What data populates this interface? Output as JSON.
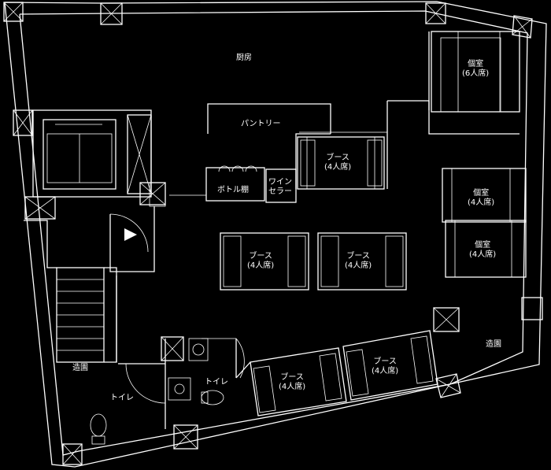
{
  "rooms": {
    "kitchen": "厨房",
    "pantry": "パントリー",
    "bottle_shelf": "ボトル棚",
    "wine_cellar_line1": "ワイン",
    "wine_cellar_line2": "セラー",
    "private_room_6": {
      "line1": "個室",
      "line2": "(6人席)"
    },
    "private_room_4a": {
      "line1": "個室",
      "line2": "(4人席)"
    },
    "private_room_4b": {
      "line1": "個室",
      "line2": "(4人席)"
    },
    "booth_1": {
      "line1": "ブース",
      "line2": "(4人席)"
    },
    "booth_2": {
      "line1": "ブース",
      "line2": "(4人席)"
    },
    "booth_3": {
      "line1": "ブース",
      "line2": "(4人席)"
    },
    "booth_4": {
      "line1": "ブース",
      "line2": "(4人席)"
    },
    "booth_5": {
      "line1": "ブース",
      "line2": "(4人席)"
    },
    "garden_right": "造園",
    "garden_left": "造園",
    "toilet_left": "トイレ",
    "toilet_right": "トイレ"
  }
}
